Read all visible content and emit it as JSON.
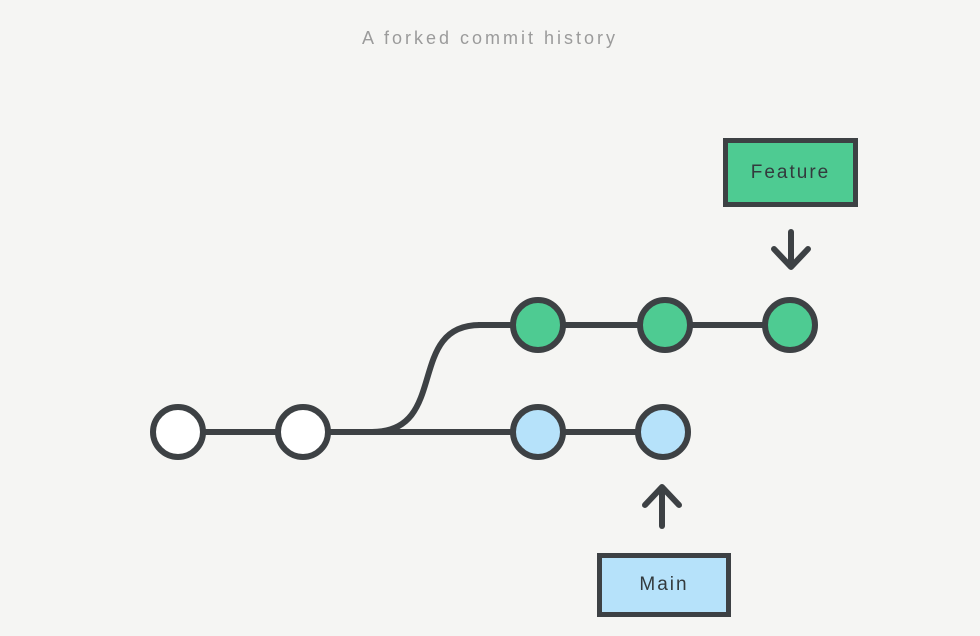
{
  "title": "A forked commit history",
  "branches": {
    "feature": {
      "label": "Feature",
      "commit_count": 3,
      "node_color": "#4ecb92"
    },
    "main": {
      "label": "Main",
      "commit_count": 2,
      "node_color": "#b6e2fa"
    },
    "shared": {
      "commit_count": 2,
      "node_color": "#ffffff"
    }
  },
  "icons": {
    "feature_pointer": "arrow-down-icon",
    "main_pointer": "arrow-up-icon"
  },
  "colors": {
    "bg": "#f5f5f3",
    "stroke": "#3d4144",
    "green": "#4ecb92",
    "blue": "#b6e2fa",
    "white": "#ffffff",
    "title_text": "#9b9b9b",
    "label_text": "#333a3d"
  }
}
